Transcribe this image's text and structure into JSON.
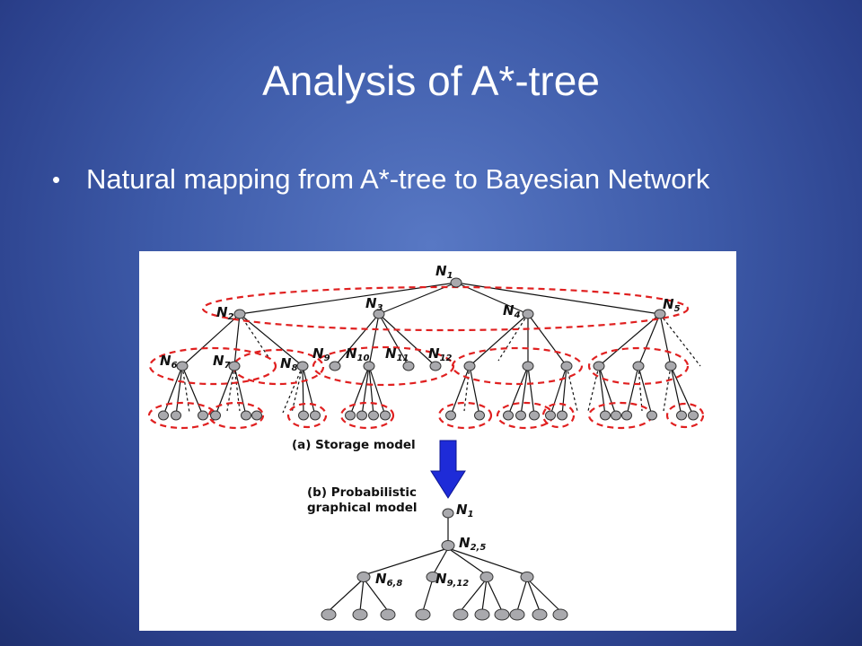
{
  "slide": {
    "title": "Analysis of A*-tree",
    "bullet": "Natural mapping from A*-tree to Bayesian Network"
  },
  "figure": {
    "storage_caption": "(a) Storage model",
    "pgm_caption_line1": "(b) Probabilistic",
    "pgm_caption_line2": "graphical model",
    "top_labels": {
      "n1": {
        "base": "N",
        "sub": "1"
      },
      "n2": {
        "base": "N",
        "sub": "2"
      },
      "n3": {
        "base": "N",
        "sub": "3"
      },
      "n4": {
        "base": "N",
        "sub": "4"
      },
      "n5": {
        "base": "N",
        "sub": "5"
      },
      "n6": {
        "base": "N",
        "sub": "6"
      },
      "n7": {
        "base": "N",
        "sub": "7"
      },
      "n8": {
        "base": "N",
        "sub": "8"
      },
      "n9": {
        "base": "N",
        "sub": "9"
      },
      "n10": {
        "base": "N",
        "sub": "10"
      },
      "n11": {
        "base": "N",
        "sub": "11"
      },
      "n12": {
        "base": "N",
        "sub": "12"
      }
    },
    "bottom_labels": {
      "n1": {
        "base": "N",
        "sub": "1"
      },
      "n25": {
        "base": "N",
        "sub": "2,5"
      },
      "n68": {
        "base": "N",
        "sub": "6,8"
      },
      "n912": {
        "base": "N",
        "sub": "9,12"
      }
    },
    "colors": {
      "group_outline": "#e02020",
      "arrow": "#1e2bd8",
      "node": "#a9a9ad"
    }
  }
}
